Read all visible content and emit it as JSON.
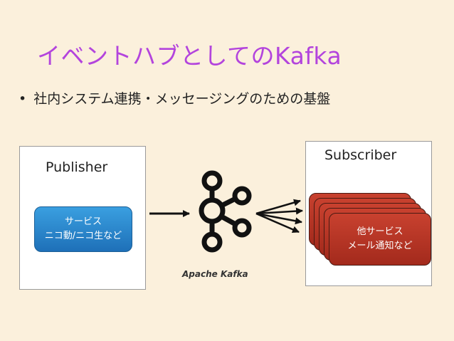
{
  "title": "イベントハブとしてのKafka",
  "bullet": {
    "symbol": "•",
    "text": "社内システム連携・メッセージングのための基盤"
  },
  "publisher": {
    "label": "Publisher",
    "service_line1": "サービス",
    "service_line2": "ニコ動/ニコ生など",
    "service_color": "#2b86cf"
  },
  "subscriber": {
    "label": "Subscriber",
    "service_line1": "他サービス",
    "service_line2": "メール通知など",
    "service_color": "#b5362a"
  },
  "kafka": {
    "logo": "apache-kafka-logo",
    "label": "Apache Kafka"
  },
  "colors": {
    "background": "#fbf0dc",
    "title": "#b344dd"
  }
}
